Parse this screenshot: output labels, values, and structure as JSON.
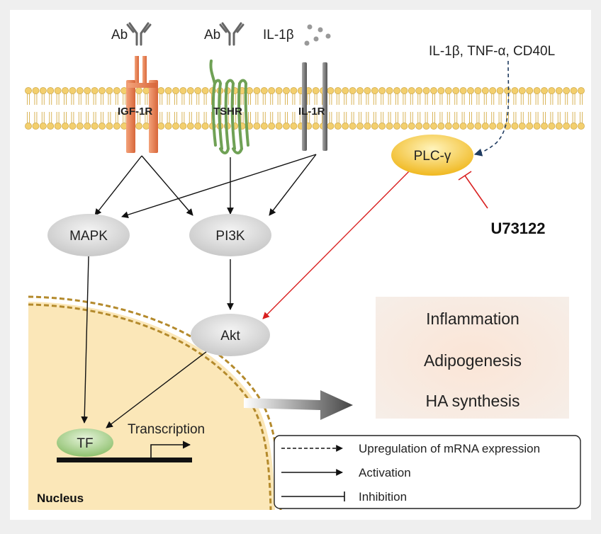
{
  "ligands": {
    "ab_left": "Ab",
    "ab_mid": "Ab",
    "il1b": "IL-1β",
    "cytokines": "IL-1β, TNF-α, CD40L"
  },
  "receptors": {
    "igf1r": "IGF-1R",
    "tshr": "TSHR",
    "il1r": "IL-1R"
  },
  "nodes": {
    "mapk": "MAPK",
    "pi3k": "PI3K",
    "akt": "Akt",
    "plc": "PLC-γ",
    "tf": "TF",
    "inhibitor": "U73122",
    "transcription": "Transcription",
    "nucleus": "Nucleus"
  },
  "outcomes": [
    "Inflammation",
    "Adipogenesis",
    "HA synthesis"
  ],
  "legend": [
    {
      "style": "dashed-arrow",
      "label": "Upregulation of mRNA expression"
    },
    {
      "style": "solid-arrow",
      "label": "Activation"
    },
    {
      "style": "inhibition",
      "label": "Inhibition"
    }
  ],
  "colors": {
    "background": "#efefef",
    "membrane_head": "#f3cf6e",
    "nucleus_fill": "#fbe7b8",
    "nucleus_border": "#b48a2c",
    "igf1r": "#e87f4e",
    "tshr": "#7dad63",
    "il1r": "#8a8a8a",
    "plc": "#f2c230",
    "tf": "#9fcb86",
    "inhibition": "#d92020",
    "dashed_arrow": "#1f3b60",
    "outcome_box": "#fbe7d9"
  }
}
